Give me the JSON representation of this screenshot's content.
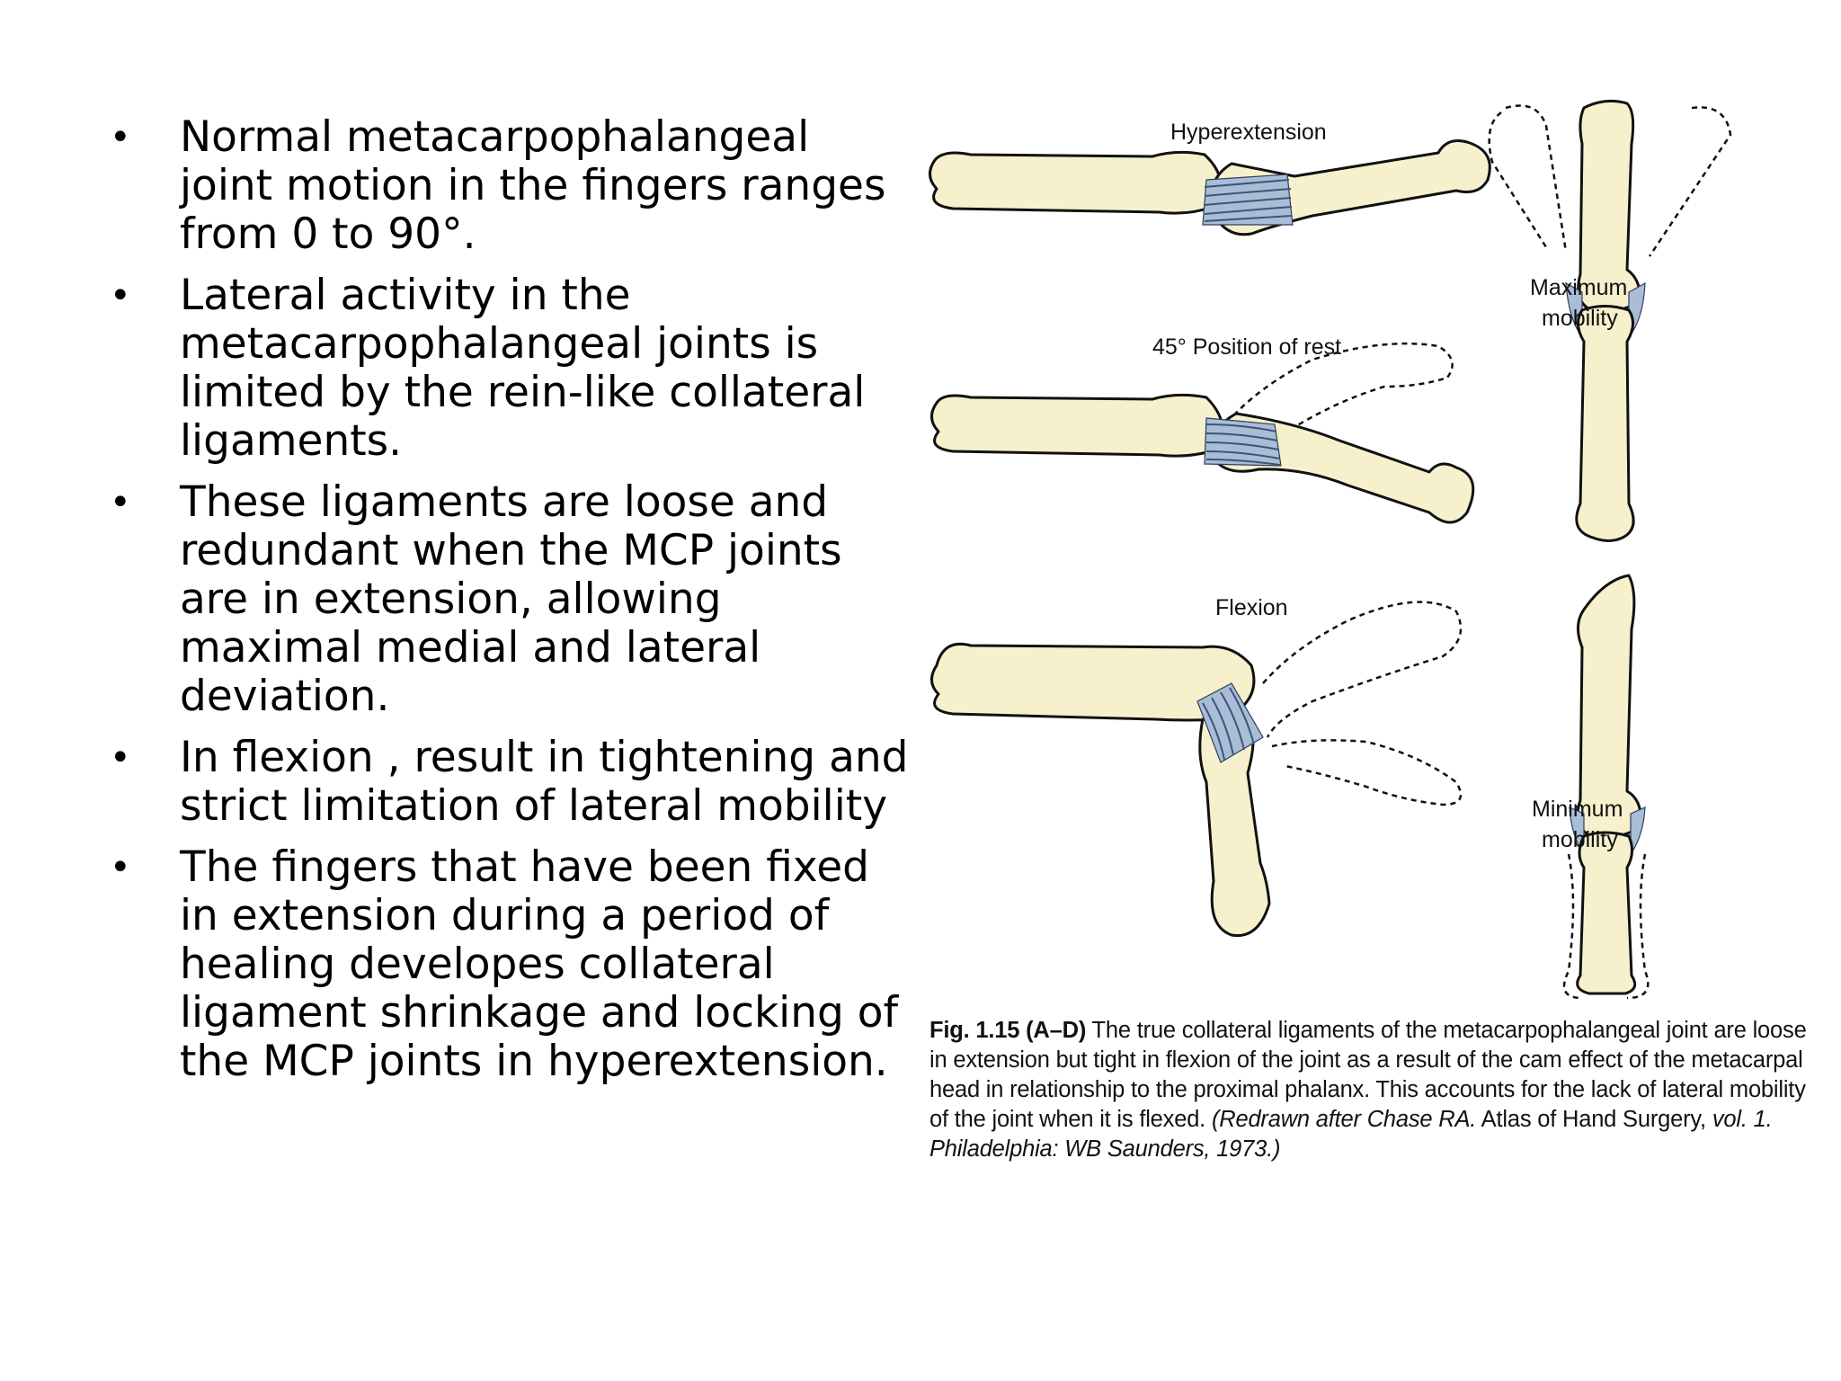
{
  "bullets": [
    "Normal metacarpophalangeal joint motion in the fingers ranges from 0 to 90°.",
    "Lateral activity in the metacarpophalangeal joints is limited by the rein-like collateral ligaments.",
    "These ligaments are loose and redundant when the MCP joints are in extension, allowing maximal medial and lateral deviation.",
    "In flexion , result in tightening and strict limitation of lateral mobility",
    "The fingers that have been fixed in extension during a period of healing developes collateral ligament shrinkage and locking of the MCP joints in hyperextension."
  ],
  "bullet_symbol": "•",
  "figure": {
    "labels": {
      "hyperextension": "Hyperextension",
      "rest": "45° Position of rest",
      "flexion": "Flexion",
      "max_1": "Maximum",
      "max_2": "mobility",
      "min_1": "Minimum",
      "min_2": "mobility"
    },
    "caption": {
      "lead": "Fig. 1.15  (A–D)",
      "body": " The true collateral ligaments of the metacarpophalangeal joint are loose in extension but tight in flexion of the joint as a result of the cam effect of the metacarpal head in relationship to the proximal phalanx. This accounts for the lack of lateral mobility of the joint when it is flexed. ",
      "credit_1": "(Redrawn after Chase RA.",
      "credit_2": " Atlas of Hand Surgery, ",
      "credit_3": "vol. 1. Philadelphia: WB Saunders, 1973.)"
    },
    "colors": {
      "bone_fill": "#f7f0cc",
      "ligament_fill": "#a9bdd6"
    }
  }
}
